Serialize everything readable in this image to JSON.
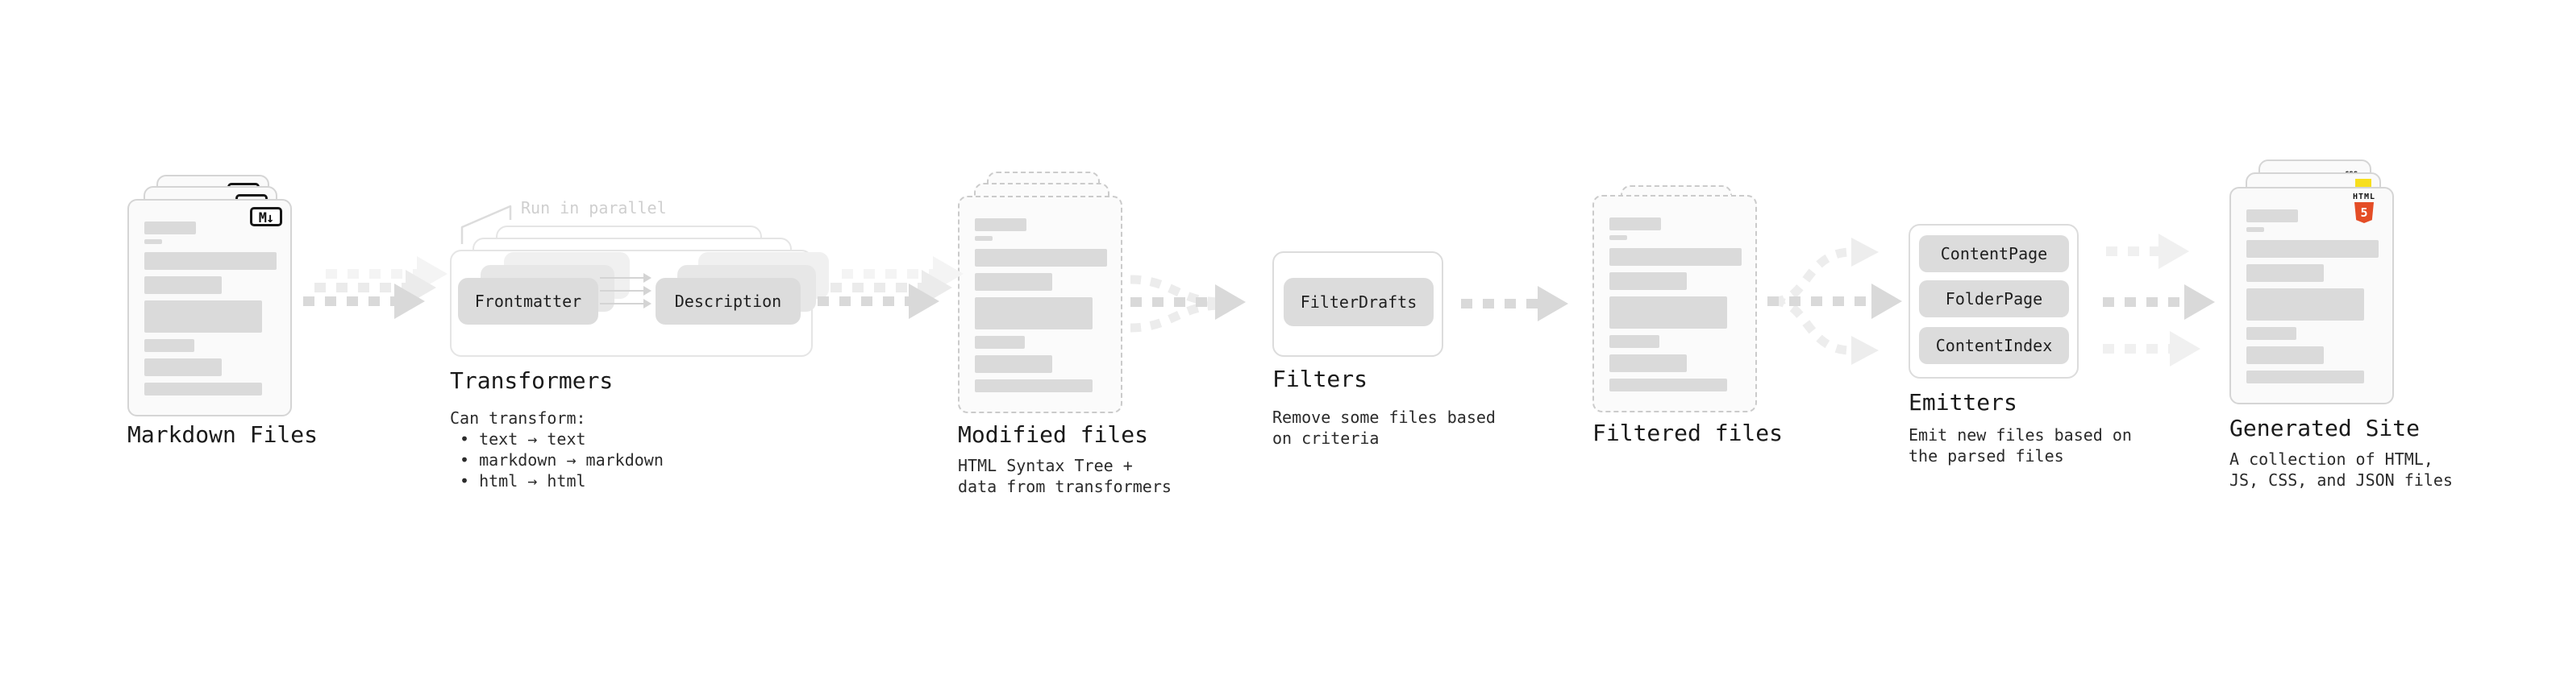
{
  "markdown_files": {
    "title": "Markdown Files",
    "badge": "M↓"
  },
  "transformers": {
    "title": "Transformers",
    "annotation": "Run in parallel",
    "boxes": {
      "frontmatter": "Frontmatter",
      "description": "Description"
    },
    "description_heading": "Can transform:",
    "bullets": {
      "b1": "• text → text",
      "b2": "• markdown → markdown",
      "b3": "• html → html"
    }
  },
  "modified_files": {
    "title": "Modified files",
    "description_line1": "HTML Syntax Tree +",
    "description_line2": "data from transformers"
  },
  "filters": {
    "title": "Filters",
    "box": "FilterDrafts",
    "description_line1": "Remove some files based",
    "description_line2": "on criteria"
  },
  "filtered_files": {
    "title": "Filtered files"
  },
  "emitters": {
    "title": "Emitters",
    "boxes": {
      "content_page": "ContentPage",
      "folder_page": "FolderPage",
      "content_index": "ContentIndex"
    },
    "description_line1": "Emit new files based on",
    "description_line2": "the parsed files"
  },
  "generated_site": {
    "title": "Generated Site",
    "description_line1": "A collection of HTML,",
    "description_line2": "JS, CSS, and JSON files",
    "badges": {
      "css_label": "CSS",
      "html_label": "HTML",
      "html_number": "5"
    }
  },
  "colors": {
    "html5_orange": "#e44d26",
    "css_blue": "#264de4",
    "js_yellow": "#f7df1e",
    "box_gray": "#dcdcdc",
    "arrow_gray": "#d9d9d9",
    "doc_fill": "#fafafa"
  }
}
